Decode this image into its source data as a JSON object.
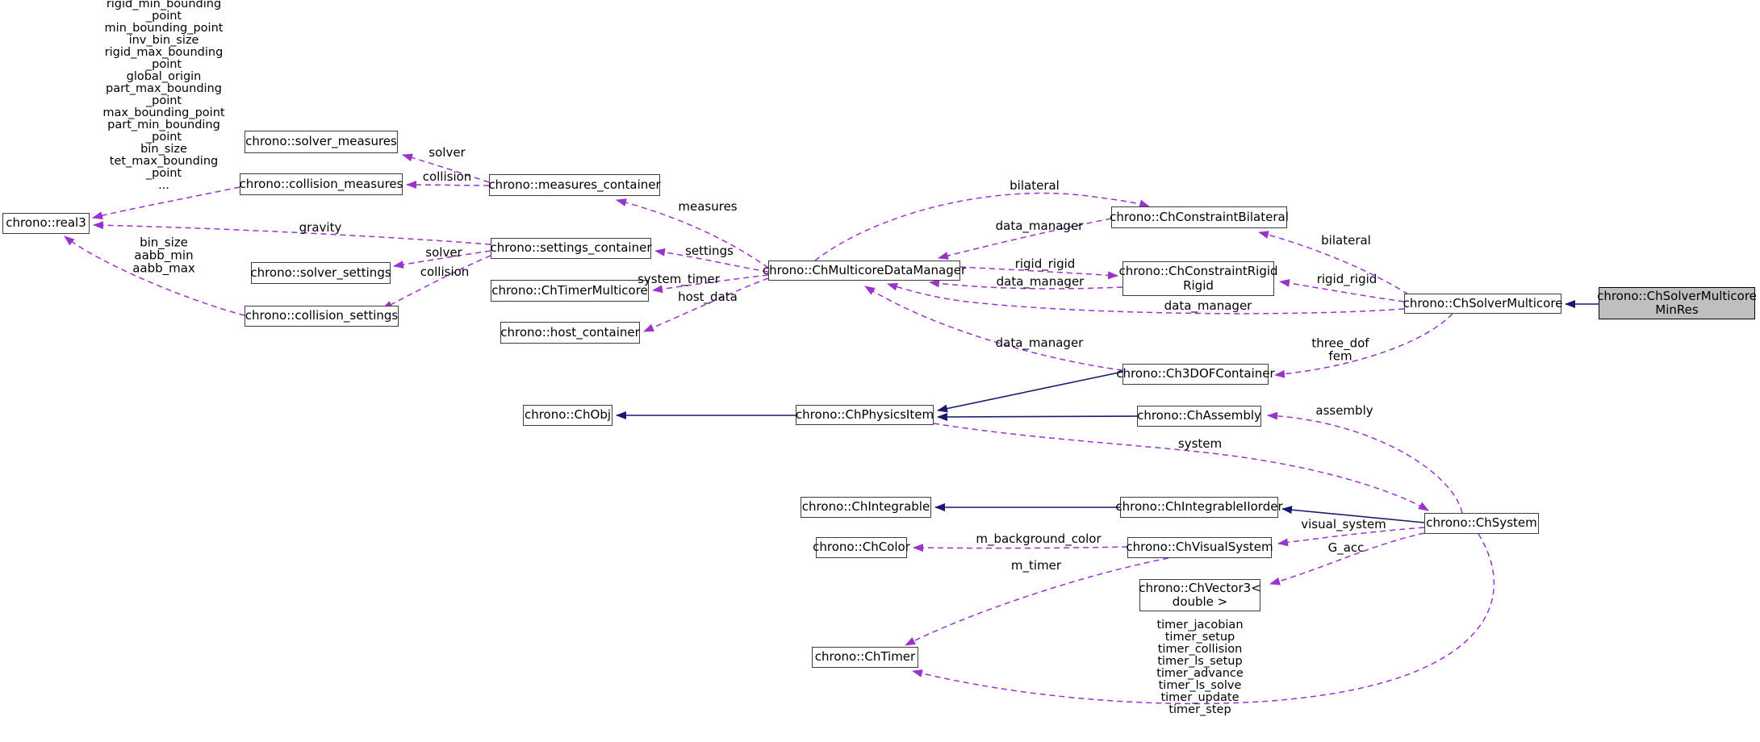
{
  "colors": {
    "background": "#ffffff",
    "member_edge": "#9a32cd",
    "inheritance_edge": "#191970",
    "node_border": "#3d3d3d",
    "node_background": "#ffffff",
    "highlight_background": "#bfbfbf"
  },
  "nodes": [
    {
      "id": "real3",
      "label": "chrono::real3"
    },
    {
      "id": "solver_measures",
      "label": "chrono::solver_measures"
    },
    {
      "id": "collision_measures",
      "label": "chrono::collision_measures"
    },
    {
      "id": "measures_container",
      "label": "chrono::measures_container"
    },
    {
      "id": "settings_container",
      "label": "chrono::settings_container"
    },
    {
      "id": "solver_settings",
      "label": "chrono::solver_settings"
    },
    {
      "id": "timer_multicore",
      "label": "chrono::ChTimerMulticore"
    },
    {
      "id": "collision_settings",
      "label": "chrono::collision_settings"
    },
    {
      "id": "host_container",
      "label": "chrono::host_container"
    },
    {
      "id": "multicore_data_manager",
      "label": "chrono::ChMulticoreDataManager"
    },
    {
      "id": "constraint_bilateral",
      "label": "chrono::ChConstraintBilateral"
    },
    {
      "id": "constraint_rigid_rigid",
      "label": "chrono::ChConstraintRigid\nRigid"
    },
    {
      "id": "solver_multicore",
      "label": "chrono::ChSolverMulticore"
    },
    {
      "id": "solver_multicore_minres",
      "label": "chrono::ChSolverMulticore\nMinRes"
    },
    {
      "id": "ch3dof_container",
      "label": "chrono::Ch3DOFContainer"
    },
    {
      "id": "ch_assembly",
      "label": "chrono::ChAssembly"
    },
    {
      "id": "ch_obj",
      "label": "chrono::ChObj"
    },
    {
      "id": "ch_physics_item",
      "label": "chrono::ChPhysicsItem"
    },
    {
      "id": "ch_integrable",
      "label": "chrono::ChIntegrable"
    },
    {
      "id": "ch_integrable_iiorder",
      "label": "chrono::ChIntegrableIIorder"
    },
    {
      "id": "ch_system",
      "label": "chrono::ChSystem"
    },
    {
      "id": "ch_color",
      "label": "chrono::ChColor"
    },
    {
      "id": "ch_visual_system",
      "label": "chrono::ChVisualSystem"
    },
    {
      "id": "ch_vector3",
      "label": "chrono::ChVector3<\ndouble >"
    },
    {
      "id": "ch_timer",
      "label": "chrono::ChTimer"
    }
  ],
  "edge_labels": [
    {
      "id": "collision_measures_members",
      "text": "rigid_min_bounding\n_point\nmin_bounding_point\ninv_bin_size\nrigid_max_bounding\n_point\nglobal_origin\npart_max_bounding\n_point\nmax_bounding_point\npart_min_bounding\n_point\nbin_size\ntet_max_bounding\n_point\n..."
    },
    {
      "id": "solver_top",
      "text": "solver"
    },
    {
      "id": "collision_top",
      "text": "collision"
    },
    {
      "id": "gravity",
      "text": "gravity"
    },
    {
      "id": "solver_mid",
      "text": "solver"
    },
    {
      "id": "collision_mid",
      "text": "collision"
    },
    {
      "id": "bin_aabb",
      "text": "bin_size\naabb_min\naabb_max"
    },
    {
      "id": "measures",
      "text": "measures"
    },
    {
      "id": "settings",
      "text": "settings"
    },
    {
      "id": "system_timer",
      "text": "system_timer"
    },
    {
      "id": "host_data",
      "text": "host_data"
    },
    {
      "id": "bilateral_left",
      "text": "bilateral"
    },
    {
      "id": "data_manager_1",
      "text": "data_manager"
    },
    {
      "id": "rigid_rigid_left",
      "text": "rigid_rigid"
    },
    {
      "id": "data_manager_2",
      "text": "data_manager"
    },
    {
      "id": "bilateral_right",
      "text": "bilateral"
    },
    {
      "id": "rigid_rigid_right",
      "text": "rigid_rigid"
    },
    {
      "id": "data_manager_3",
      "text": "data_manager"
    },
    {
      "id": "data_manager_4",
      "text": "data_manager"
    },
    {
      "id": "three_dof_fem",
      "text": "three_dof\nfem"
    },
    {
      "id": "assembly",
      "text": "assembly"
    },
    {
      "id": "system",
      "text": "system"
    },
    {
      "id": "visual_system",
      "text": "visual_system"
    },
    {
      "id": "g_acc",
      "text": "G_acc"
    },
    {
      "id": "m_background_color",
      "text": "m_background_color"
    },
    {
      "id": "m_timer",
      "text": "m_timer"
    },
    {
      "id": "timers",
      "text": "timer_jacobian\ntimer_setup\ntimer_collision\ntimer_ls_setup\ntimer_advance\ntimer_ls_solve\ntimer_update\ntimer_step"
    }
  ]
}
